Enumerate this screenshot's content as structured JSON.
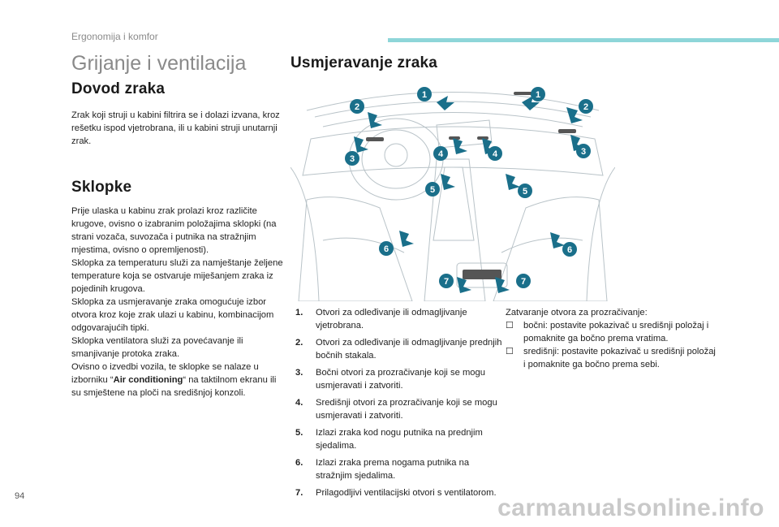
{
  "header": {
    "section": "Ergonomija i komfor",
    "accent_color": "#8ed6d9"
  },
  "page_title": "Grijanje i ventilacija",
  "dovod": {
    "heading": "Dovod zraka",
    "text": "Zrak koji struji u kabini filtrira se i dolazi izvana, kroz rešetku ispod vjetrobrana, ili u kabini struji unutarnji zrak."
  },
  "sklopke": {
    "heading": "Sklopke",
    "text_1": "Prije ulaska u kabinu zrak prolazi kroz različite krugove, ovisno o izabranim položajima sklopki (na strani vozača, suvozača i putnika na stražnjim mjestima, ovisno o opremljenosti).",
    "text_2": "Sklopka za temperaturu služi za namještanje željene temperature koja se ostvaruje miješanjem zraka iz pojedinih krugova.",
    "text_3": "Sklopka za usmjeravanje zraka omogućuje izbor otvora kroz koje zrak ulazi u kabinu, kombinacijom odgovarajućih tipki.",
    "text_4": "Sklopka ventilatora služi za povećavanje ili smanjivanje protoka zraka.",
    "text_5a": "Ovisno o izvedbi vozila, te sklopke se nalaze u izborniku “",
    "text_5_bold": "Air conditioning",
    "text_5b": "“ na taktilnom ekranu ili su smještene na ploči na središnjoj konzoli."
  },
  "usmjeravanje": {
    "heading": "Usmjeravanje zraka",
    "marker_color": "#1a6f8a",
    "legend": [
      {
        "num": "1.",
        "text": "Otvori za odleđivanje ili odmagljivanje vjetrobrana."
      },
      {
        "num": "2.",
        "text": "Otvori za odleđivanje ili odmagljivanje prednjih bočnih stakala."
      },
      {
        "num": "3.",
        "text": "Bočni otvori za prozračivanje koji se mogu usmjeravati i zatvoriti."
      },
      {
        "num": "4.",
        "text": "Središnji otvori za prozračivanje koji se mogu usmjeravati i zatvoriti."
      },
      {
        "num": "5.",
        "text": "Izlazi zraka kod nogu putnika na prednjim sjedalima."
      },
      {
        "num": "6.",
        "text": "Izlazi zraka prema nogama putnika na stražnjim sjedalima."
      },
      {
        "num": "7.",
        "text": "Prilagodljivi ventilacijski otvori s ventilatorom."
      }
    ],
    "closing": {
      "title": "Zatvaranje otvora za prozračivanje:",
      "bullet_icon": "checkbox-bullet-icon",
      "items": [
        "bočni: postavite pokazivač u središnji položaj i pomaknite ga bočno prema vratima.",
        "središnji: postavite pokazivač u središnji položaj i pomaknite ga bočno prema sebi."
      ]
    },
    "markers": [
      "1",
      "1",
      "2",
      "2",
      "3",
      "3",
      "4",
      "4",
      "5",
      "5",
      "6",
      "6",
      "7",
      "7"
    ]
  },
  "page_number": "94",
  "watermark": "carmanualsonline.info"
}
